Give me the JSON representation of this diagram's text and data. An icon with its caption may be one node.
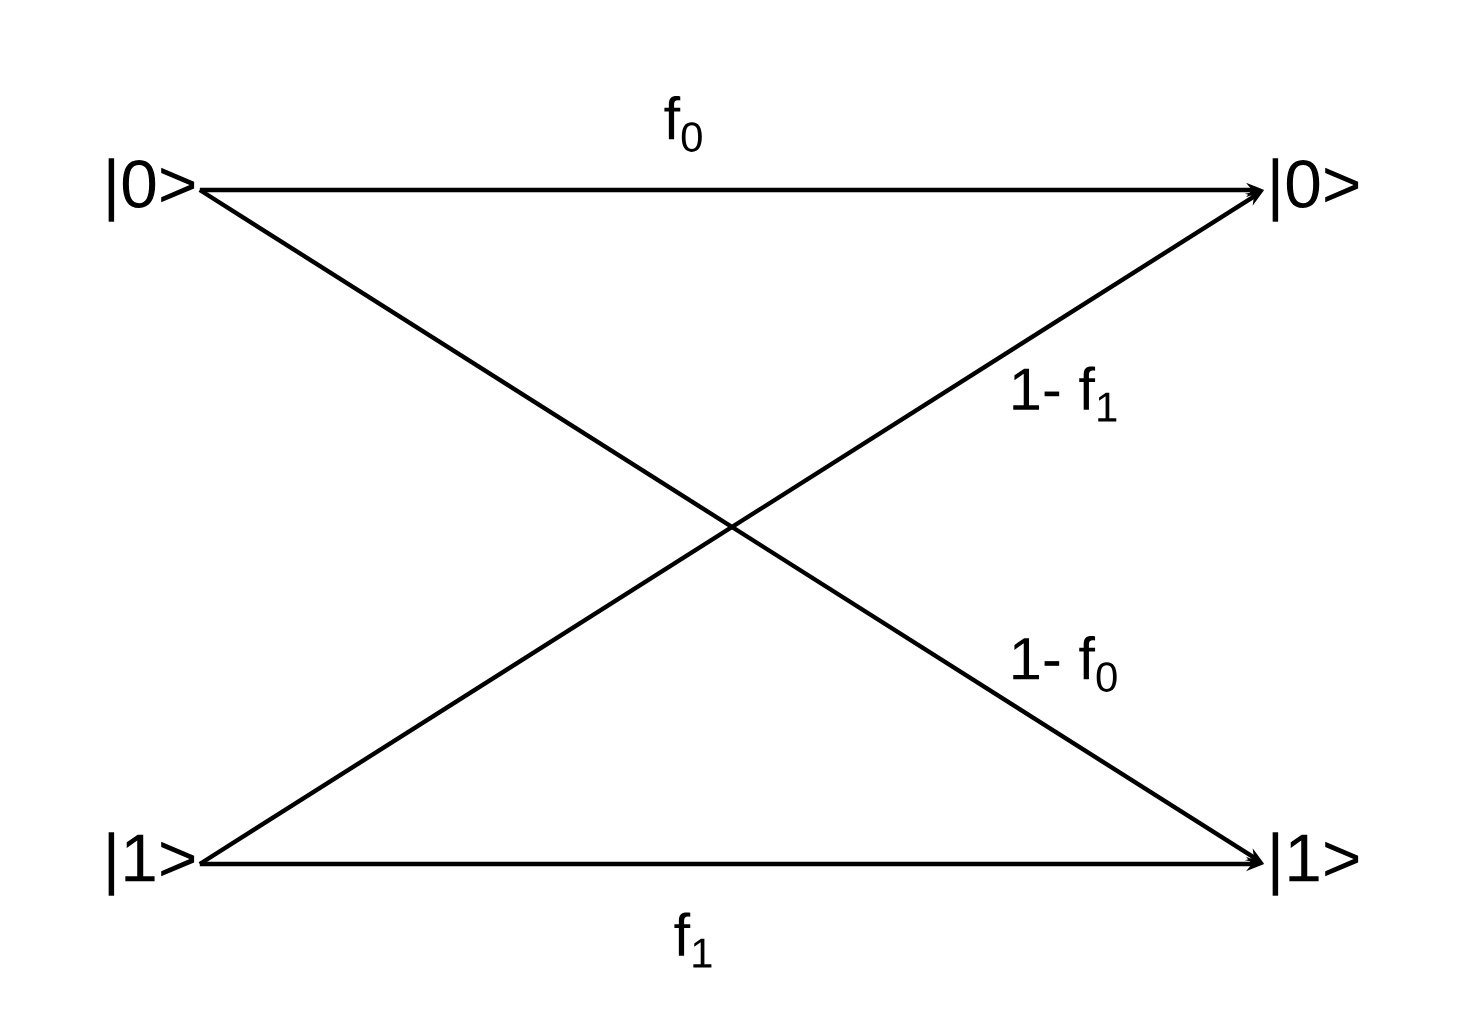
{
  "diagram": {
    "nodes": [
      {
        "text": [
          "|0>"
        ]
      },
      {
        "text": [
          "|1>"
        ]
      },
      {
        "text": [
          "|0>"
        ]
      },
      {
        "text": [
          "|1>"
        ]
      }
    ],
    "edges": [
      {
        "from": 0,
        "to": 2,
        "arrow": "to",
        "label": "f$_{0}$"
      },
      {
        "from": 0,
        "to": 3,
        "arrow": "to",
        "label": "1- f$_{0}$"
      },
      {
        "from": 1,
        "to": 2,
        "arrow": "to",
        "label": "1- f$_{1}$"
      },
      {
        "from": 1,
        "to": 3,
        "arrow": "to",
        "label": "f$_{1}$"
      }
    ]
  }
}
